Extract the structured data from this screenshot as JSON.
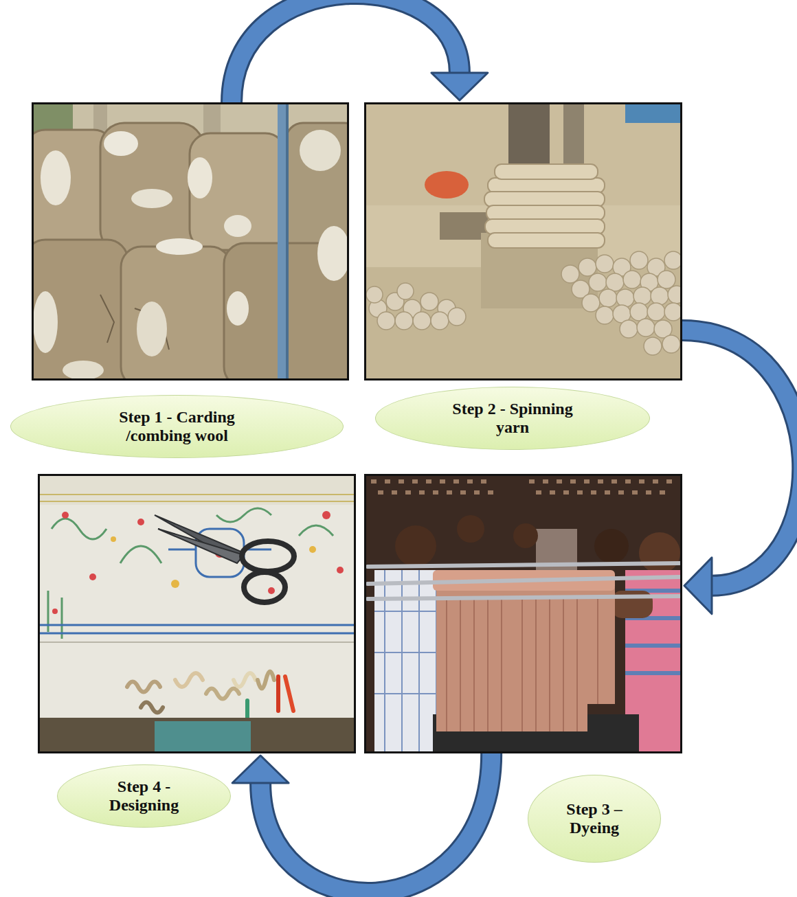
{
  "diagram": {
    "nodes": [
      {
        "text": [
          "Step 1 - Carding /combing wool"
        ]
      },
      {
        "text": [
          "Step 2 - Spinning yarn"
        ]
      },
      {
        "text": [
          "Step 3 – Dyeing"
        ]
      },
      {
        "text": [
          "Step 4 - Designing"
        ]
      }
    ],
    "edges": [
      {
        "from": 0,
        "to": 1,
        "arrow": "to"
      },
      {
        "from": 1,
        "to": 2,
        "arrow": "to"
      },
      {
        "from": 2,
        "to": 3,
        "arrow": "to"
      }
    ]
  }
}
